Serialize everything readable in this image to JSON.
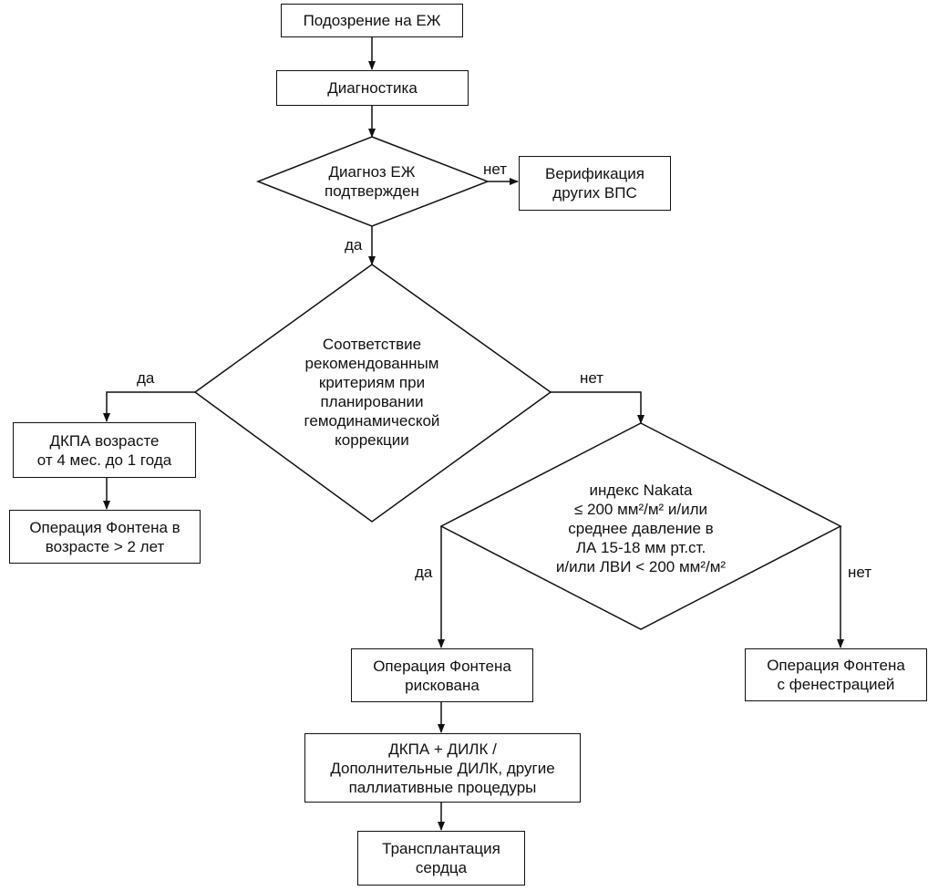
{
  "nodes": {
    "suspicion": "Подозрение на ЕЖ",
    "diagnostics": "Диагностика",
    "diagnosis_confirmed": "Диагноз ЕЖ\nподтвержден",
    "verify_other": "Верификация\nдругих ВПС",
    "criteria_match": "Соответствие\nрекомендованным\nкритериям при\nпланировании\nгемодинамической\nкоррекции",
    "dkpa_age": "ДКПА возрасте\nот 4 мес. до 1 года",
    "fontan_age": "Операция Фонтена в\nвозрасте > 2 лет",
    "nakata": "индекс Nakata\n≤ 200 мм²/м² и/или\nсреднее давление в\nЛА 15-18 мм рт.ст.\nи/или ЛВИ < 200 мм²/м²",
    "fontan_risky": "Операция Фонтена\nрискована",
    "fontan_fenestration": "Операция Фонтена\nс фенестрацией",
    "palliative": "ДКПА + ДИЛК /\nДополнительные ДИЛК, другие\nпаллиативные процедуры",
    "transplant": "Трансплантация\nсердца"
  },
  "edge_labels": {
    "no_1": "нет",
    "yes_1": "да",
    "yes_2": "да",
    "no_2": "нет",
    "yes_3": "да",
    "no_3": "нет"
  }
}
